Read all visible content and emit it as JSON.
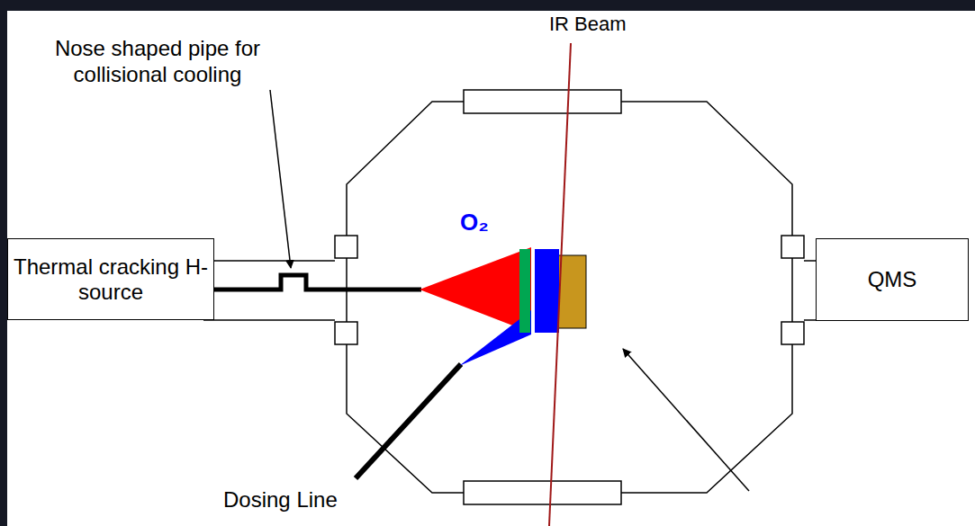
{
  "diagram": {
    "nodes": [
      {
        "text": [
          "Thermal cracking H-source"
        ]
      },
      {
        "text": [
          "QMS"
        ]
      }
    ],
    "labels": [
      "IR Beam",
      "Nose shaped pipe for collisional cooling",
      "O₂",
      "Dosing Line"
    ]
  }
}
